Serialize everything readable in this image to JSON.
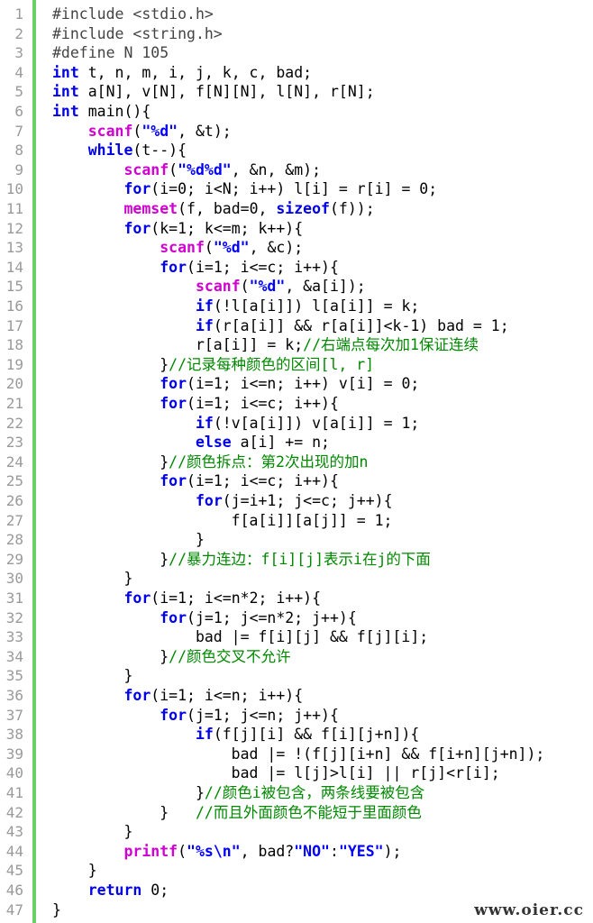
{
  "editor": {
    "colors": {
      "keyword": "#0000e6",
      "function": "#d000d0",
      "string": "#0000ff",
      "preprocessor": "#444444",
      "comment": "#008800",
      "gutter_bar": "#6ad06a",
      "line_number": "#9a9a9a"
    },
    "lines": [
      {
        "number": "1",
        "tokens": [
          {
            "t": "pp",
            "v": "#include <stdio.h>"
          }
        ]
      },
      {
        "number": "2",
        "tokens": [
          {
            "t": "pp",
            "v": "#include <string.h>"
          }
        ]
      },
      {
        "number": "3",
        "tokens": [
          {
            "t": "pp",
            "v": "#define N 105"
          }
        ]
      },
      {
        "number": "4",
        "tokens": [
          {
            "t": "kw",
            "v": "int"
          },
          {
            "t": "txt",
            "v": " t, n, m, i, j, k, c, bad;"
          }
        ]
      },
      {
        "number": "5",
        "tokens": [
          {
            "t": "kw",
            "v": "int"
          },
          {
            "t": "txt",
            "v": " a[N], v[N], f[N][N], l[N], r[N];"
          }
        ]
      },
      {
        "number": "6",
        "tokens": [
          {
            "t": "kw",
            "v": "int"
          },
          {
            "t": "txt",
            "v": " main(){"
          }
        ]
      },
      {
        "number": "7",
        "tokens": [
          {
            "t": "txt",
            "v": "    "
          },
          {
            "t": "fn",
            "v": "scanf"
          },
          {
            "t": "txt",
            "v": "("
          },
          {
            "t": "str",
            "v": "\"%d\""
          },
          {
            "t": "txt",
            "v": ", &t);"
          }
        ]
      },
      {
        "number": "8",
        "tokens": [
          {
            "t": "txt",
            "v": "    "
          },
          {
            "t": "kw",
            "v": "while"
          },
          {
            "t": "txt",
            "v": "(t--){"
          }
        ]
      },
      {
        "number": "9",
        "tokens": [
          {
            "t": "txt",
            "v": "        "
          },
          {
            "t": "fn",
            "v": "scanf"
          },
          {
            "t": "txt",
            "v": "("
          },
          {
            "t": "str",
            "v": "\"%d%d\""
          },
          {
            "t": "txt",
            "v": ", &n, &m);"
          }
        ]
      },
      {
        "number": "10",
        "tokens": [
          {
            "t": "txt",
            "v": "        "
          },
          {
            "t": "kw",
            "v": "for"
          },
          {
            "t": "txt",
            "v": "(i=0; i<N; i++) l[i] = r[i] = 0;"
          }
        ]
      },
      {
        "number": "11",
        "tokens": [
          {
            "t": "txt",
            "v": "        "
          },
          {
            "t": "fn",
            "v": "memset"
          },
          {
            "t": "txt",
            "v": "(f, bad=0, "
          },
          {
            "t": "kw",
            "v": "sizeof"
          },
          {
            "t": "txt",
            "v": "(f));"
          }
        ]
      },
      {
        "number": "12",
        "tokens": [
          {
            "t": "txt",
            "v": "        "
          },
          {
            "t": "kw",
            "v": "for"
          },
          {
            "t": "txt",
            "v": "(k=1; k<=m; k++){"
          }
        ]
      },
      {
        "number": "13",
        "tokens": [
          {
            "t": "txt",
            "v": "            "
          },
          {
            "t": "fn",
            "v": "scanf"
          },
          {
            "t": "txt",
            "v": "("
          },
          {
            "t": "str",
            "v": "\"%d\""
          },
          {
            "t": "txt",
            "v": ", &c);"
          }
        ]
      },
      {
        "number": "14",
        "tokens": [
          {
            "t": "txt",
            "v": "            "
          },
          {
            "t": "kw",
            "v": "for"
          },
          {
            "t": "txt",
            "v": "(i=1; i<=c; i++){"
          }
        ]
      },
      {
        "number": "15",
        "tokens": [
          {
            "t": "txt",
            "v": "                "
          },
          {
            "t": "fn",
            "v": "scanf"
          },
          {
            "t": "txt",
            "v": "("
          },
          {
            "t": "str",
            "v": "\"%d\""
          },
          {
            "t": "txt",
            "v": ", &a[i]);"
          }
        ]
      },
      {
        "number": "16",
        "tokens": [
          {
            "t": "txt",
            "v": "                "
          },
          {
            "t": "kw",
            "v": "if"
          },
          {
            "t": "txt",
            "v": "(!l[a[i]]) l[a[i]] = k;"
          }
        ]
      },
      {
        "number": "17",
        "tokens": [
          {
            "t": "txt",
            "v": "                "
          },
          {
            "t": "kw",
            "v": "if"
          },
          {
            "t": "txt",
            "v": "(r[a[i]] && r[a[i]]<k-1) bad = 1;"
          }
        ]
      },
      {
        "number": "18",
        "tokens": [
          {
            "t": "txt",
            "v": "                r[a[i]] = k;"
          },
          {
            "t": "cm",
            "v": "//右端点每次加1保证连续"
          }
        ]
      },
      {
        "number": "19",
        "tokens": [
          {
            "t": "txt",
            "v": "            }"
          },
          {
            "t": "cm",
            "v": "//记录每种颜色的区间[l, r]"
          }
        ]
      },
      {
        "number": "20",
        "tokens": [
          {
            "t": "txt",
            "v": "            "
          },
          {
            "t": "kw",
            "v": "for"
          },
          {
            "t": "txt",
            "v": "(i=1; i<=n; i++) v[i] = 0;"
          }
        ]
      },
      {
        "number": "21",
        "tokens": [
          {
            "t": "txt",
            "v": "            "
          },
          {
            "t": "kw",
            "v": "for"
          },
          {
            "t": "txt",
            "v": "(i=1; i<=c; i++){"
          }
        ]
      },
      {
        "number": "22",
        "tokens": [
          {
            "t": "txt",
            "v": "                "
          },
          {
            "t": "kw",
            "v": "if"
          },
          {
            "t": "txt",
            "v": "(!v[a[i]]) v[a[i]] = 1;"
          }
        ]
      },
      {
        "number": "23",
        "tokens": [
          {
            "t": "txt",
            "v": "                "
          },
          {
            "t": "kw",
            "v": "else"
          },
          {
            "t": "txt",
            "v": " a[i] += n;"
          }
        ]
      },
      {
        "number": "24",
        "tokens": [
          {
            "t": "txt",
            "v": "            }"
          },
          {
            "t": "cm",
            "v": "//颜色拆点：第2次出现的加n"
          }
        ]
      },
      {
        "number": "25",
        "tokens": [
          {
            "t": "txt",
            "v": "            "
          },
          {
            "t": "kw",
            "v": "for"
          },
          {
            "t": "txt",
            "v": "(i=1; i<=c; i++){"
          }
        ]
      },
      {
        "number": "26",
        "tokens": [
          {
            "t": "txt",
            "v": "                "
          },
          {
            "t": "kw",
            "v": "for"
          },
          {
            "t": "txt",
            "v": "(j=i+1; j<=c; j++){"
          }
        ]
      },
      {
        "number": "27",
        "tokens": [
          {
            "t": "txt",
            "v": "                    f[a[i]][a[j]] = 1;"
          }
        ]
      },
      {
        "number": "28",
        "tokens": [
          {
            "t": "txt",
            "v": "                }"
          }
        ]
      },
      {
        "number": "29",
        "tokens": [
          {
            "t": "txt",
            "v": "            }"
          },
          {
            "t": "cm",
            "v": "//暴力连边：f[i][j]表示i在j的下面"
          }
        ]
      },
      {
        "number": "30",
        "tokens": [
          {
            "t": "txt",
            "v": "        }"
          }
        ]
      },
      {
        "number": "31",
        "tokens": [
          {
            "t": "txt",
            "v": "        "
          },
          {
            "t": "kw",
            "v": "for"
          },
          {
            "t": "txt",
            "v": "(i=1; i<=n*2; i++){"
          }
        ]
      },
      {
        "number": "32",
        "tokens": [
          {
            "t": "txt",
            "v": "            "
          },
          {
            "t": "kw",
            "v": "for"
          },
          {
            "t": "txt",
            "v": "(j=1; j<=n*2; j++){"
          }
        ]
      },
      {
        "number": "33",
        "tokens": [
          {
            "t": "txt",
            "v": "                bad |= f[i][j] && f[j][i];"
          }
        ]
      },
      {
        "number": "34",
        "tokens": [
          {
            "t": "txt",
            "v": "            }"
          },
          {
            "t": "cm",
            "v": "//颜色交叉不允许"
          }
        ]
      },
      {
        "number": "35",
        "tokens": [
          {
            "t": "txt",
            "v": "        }"
          }
        ]
      },
      {
        "number": "36",
        "tokens": [
          {
            "t": "txt",
            "v": "        "
          },
          {
            "t": "kw",
            "v": "for"
          },
          {
            "t": "txt",
            "v": "(i=1; i<=n; i++){"
          }
        ]
      },
      {
        "number": "37",
        "tokens": [
          {
            "t": "txt",
            "v": "            "
          },
          {
            "t": "kw",
            "v": "for"
          },
          {
            "t": "txt",
            "v": "(j=1; j<=n; j++){"
          }
        ]
      },
      {
        "number": "38",
        "tokens": [
          {
            "t": "txt",
            "v": "                "
          },
          {
            "t": "kw",
            "v": "if"
          },
          {
            "t": "txt",
            "v": "(f[j][i] && f[i][j+n]){"
          }
        ]
      },
      {
        "number": "39",
        "tokens": [
          {
            "t": "txt",
            "v": "                    bad |= !(f[j][i+n] && f[i+n][j+n]);"
          }
        ]
      },
      {
        "number": "40",
        "tokens": [
          {
            "t": "txt",
            "v": "                    bad |= l[j]>l[i] || r[j]<r[i];"
          }
        ]
      },
      {
        "number": "41",
        "tokens": [
          {
            "t": "txt",
            "v": "                }"
          },
          {
            "t": "cm",
            "v": "//颜色i被包含，两条线要被包含"
          }
        ]
      },
      {
        "number": "42",
        "tokens": [
          {
            "t": "txt",
            "v": "            }   "
          },
          {
            "t": "cm",
            "v": "//而且外面颜色不能短于里面颜色"
          }
        ]
      },
      {
        "number": "43",
        "tokens": [
          {
            "t": "txt",
            "v": "        }"
          }
        ]
      },
      {
        "number": "44",
        "tokens": [
          {
            "t": "txt",
            "v": "        "
          },
          {
            "t": "fn",
            "v": "printf"
          },
          {
            "t": "txt",
            "v": "("
          },
          {
            "t": "str",
            "v": "\"%s\\n\""
          },
          {
            "t": "txt",
            "v": ", bad?"
          },
          {
            "t": "str",
            "v": "\"NO\""
          },
          {
            "t": "txt",
            "v": ":"
          },
          {
            "t": "str",
            "v": "\"YES\""
          },
          {
            "t": "txt",
            "v": ");"
          }
        ]
      },
      {
        "number": "45",
        "tokens": [
          {
            "t": "txt",
            "v": "    }"
          }
        ]
      },
      {
        "number": "46",
        "tokens": [
          {
            "t": "txt",
            "v": "    "
          },
          {
            "t": "kw",
            "v": "return"
          },
          {
            "t": "txt",
            "v": " 0;"
          }
        ]
      },
      {
        "number": "47",
        "tokens": [
          {
            "t": "txt",
            "v": "}"
          }
        ]
      }
    ]
  },
  "watermark": "www.oier.cc"
}
